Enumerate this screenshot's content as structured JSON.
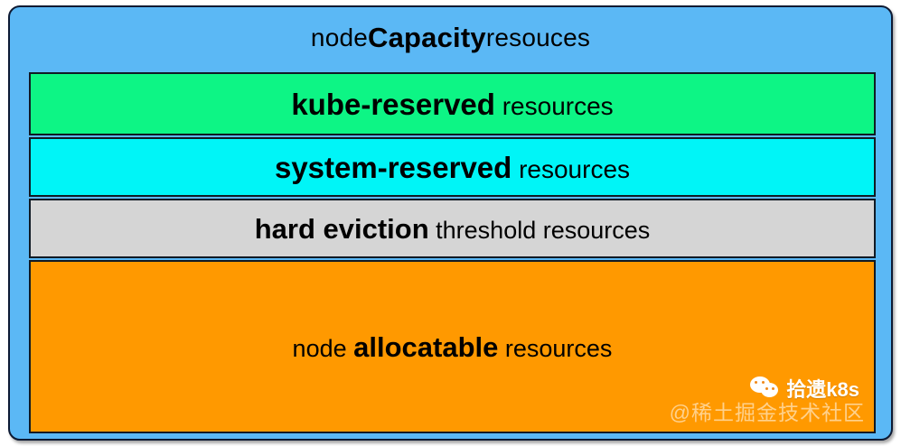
{
  "diagram": {
    "title": "node Capacity resouces",
    "capacity": {
      "prefix": "node ",
      "strong": "Capacity",
      "suffix": " resouces",
      "color": "#5bb8f5"
    },
    "rows": [
      {
        "id": "kube-reserved",
        "strong": "kube-reserved",
        "suffix": " resources",
        "prefix": "",
        "color": "#0df585"
      },
      {
        "id": "system-reserved",
        "strong": "system-reserved",
        "suffix": " resources",
        "prefix": "",
        "color": "#00f5f7"
      },
      {
        "id": "hard-eviction",
        "strong": "hard eviction",
        "suffix": " threshold resources",
        "prefix": "",
        "color": "#d5d5d5"
      },
      {
        "id": "node-allocatable",
        "strong": "allocatable",
        "suffix": " resources",
        "prefix": "node ",
        "color": "#ff9900"
      }
    ]
  },
  "watermark": {
    "icon": "wechat-icon",
    "brand": "拾遗k8s",
    "community": "@稀土掘金技术社区"
  }
}
